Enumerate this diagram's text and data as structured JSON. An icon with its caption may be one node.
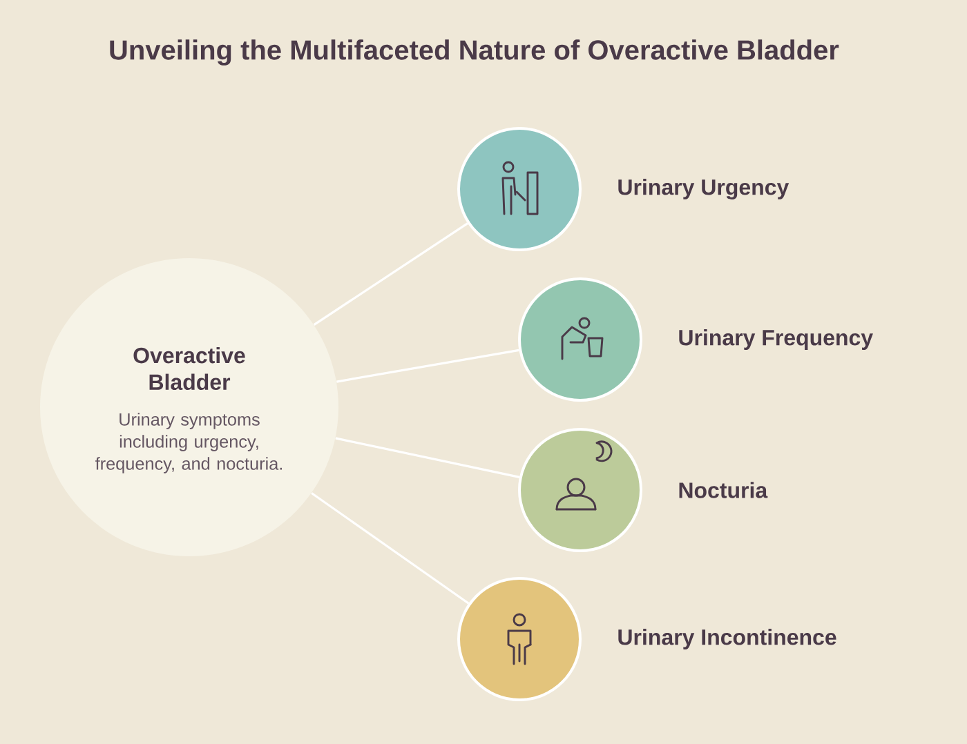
{
  "diagram": {
    "title": "Unveiling the Multifaceted Nature of Overactive Bladder",
    "nodes": [
      {
        "text": [
          "Overactive Bladder",
          "Urinary symptoms including urgency, frequency, and nocturia."
        ]
      },
      {
        "text": [
          "Urinary Urgency"
        ]
      },
      {
        "text": [
          "Urinary Frequency"
        ]
      },
      {
        "text": [
          "Nocturia"
        ]
      },
      {
        "text": [
          "Urinary Incontinence"
        ]
      }
    ],
    "edges": [
      {
        "from": 0,
        "to": 1,
        "arrow": "none"
      },
      {
        "from": 0,
        "to": 2,
        "arrow": "none"
      },
      {
        "from": 0,
        "to": 3,
        "arrow": "none"
      },
      {
        "from": 0,
        "to": 4,
        "arrow": "none"
      }
    ]
  }
}
